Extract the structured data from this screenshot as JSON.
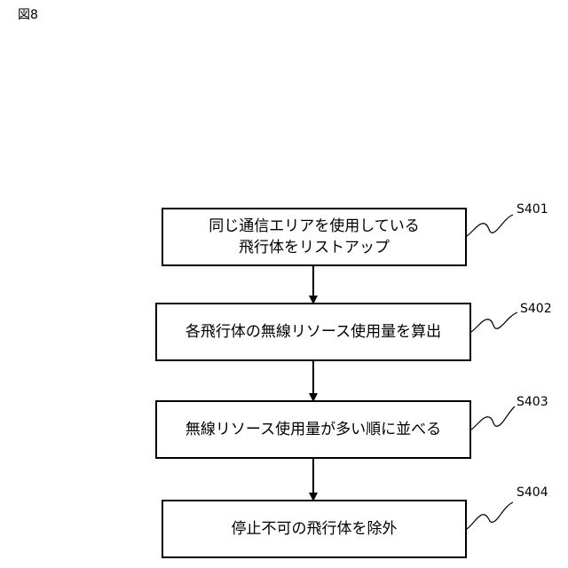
{
  "figure_label": "図8",
  "steps": [
    {
      "code": "S401",
      "lines": [
        "同じ通信エリアを使用している",
        "飛行体をリストアップ"
      ]
    },
    {
      "code": "S402",
      "lines": [
        "各飛行体の無線リソース使用量を算出"
      ]
    },
    {
      "code": "S403",
      "lines": [
        "無線リソース使用量が多い順に並べる"
      ]
    },
    {
      "code": "S404",
      "lines": [
        "停止不可の飛行体を除外"
      ]
    }
  ],
  "colors": {
    "line": "#000000",
    "background": "#ffffff"
  }
}
